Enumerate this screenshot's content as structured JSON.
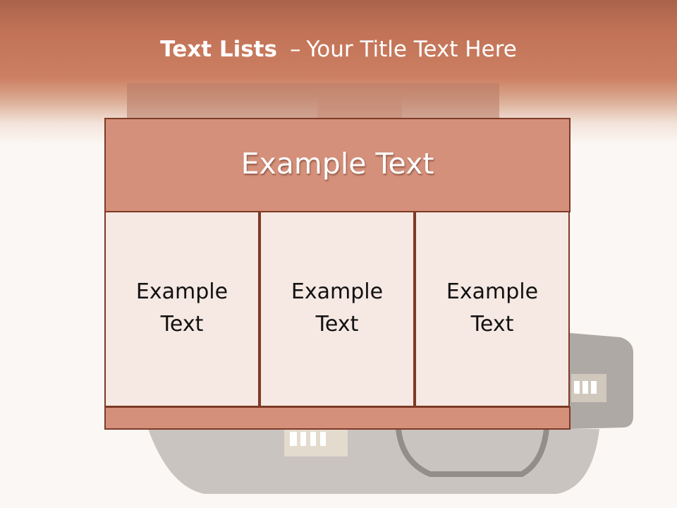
{
  "slide": {
    "title_bold": "Text Lists",
    "title_dash": "–",
    "title_rest": "Your Title Text Here"
  },
  "diagram": {
    "header_text": "Example Text",
    "columns": [
      {
        "line1": "Example",
        "line2": "Text"
      },
      {
        "line1": "Example",
        "line2": "Text"
      },
      {
        "line1": "Example",
        "line2": "Text"
      }
    ]
  },
  "colors": {
    "header_band": "#c27357",
    "box_fill": "#d4907a",
    "box_border": "#7d3a27",
    "column_fill": "#f6e8e2"
  },
  "background_image": "faded black briefcase with combination locks"
}
